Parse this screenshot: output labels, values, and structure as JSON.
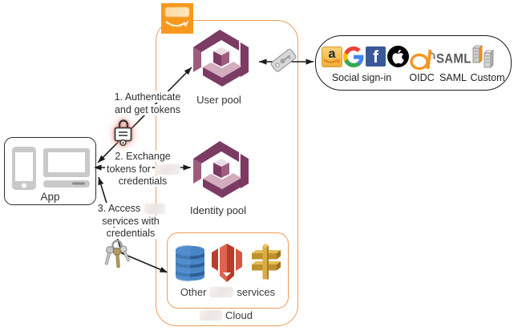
{
  "app": {
    "label": "App"
  },
  "user_pool": {
    "label": "User pool"
  },
  "identity_pool": {
    "label": "Identity pool"
  },
  "cloud": {
    "label": "Cloud"
  },
  "services_box": {
    "label_before": "Other",
    "label_after": "services"
  },
  "providers_box": {
    "social_label": "Social sign-in",
    "oidc_label": "OIDC",
    "saml_label": "SAML",
    "custom_label": "Custom",
    "saml_logo_text": "SAML",
    "amazon_letter": "a",
    "facebook_letter": "f"
  },
  "steps": {
    "s1_l1": "1. Authenticate",
    "s1_l2": "and get tokens",
    "s2_l1": "2. Exchange",
    "s2_l2": "tokens for",
    "s2_l3": "credentials",
    "s3_l1": "3. Access",
    "s3_l2": "services with",
    "s3_l3": "credentials"
  },
  "icons": {
    "aws-logo": "orange square with amazon smile arrow",
    "cognito-pool": "purple 3D hexagon ring with cube",
    "phone": "gray smartphone",
    "laptop": "gray laptop",
    "lock": "white padlock with pink glow",
    "keys": "key ring with keys",
    "key-tag": "gray tag with key",
    "amazon": "login with amazon gold square",
    "google": "google G multicolor",
    "facebook": "facebook f blue square",
    "apple": "apple logo black circle",
    "oidc": "openid connect orange mark",
    "custom": "two gray directory towers",
    "dynamodb": "blue banded barrel",
    "s3": "red bucket shape",
    "gold-service": "gold double-cross shape"
  },
  "colors": {
    "boundary_orange": "#EE9C5B",
    "aws_orange": "#F7981D",
    "cognito_dark": "#7B3B63",
    "cognito_mid": "#9D5C7D",
    "dynamodb_blue": "#4A86C5",
    "s3_red": "#CF4A33",
    "service_gold": "#C79A33",
    "facebook_blue": "#3B5998",
    "oidc_orange": "#F7941E",
    "arrow_black": "#1c1c1c"
  }
}
